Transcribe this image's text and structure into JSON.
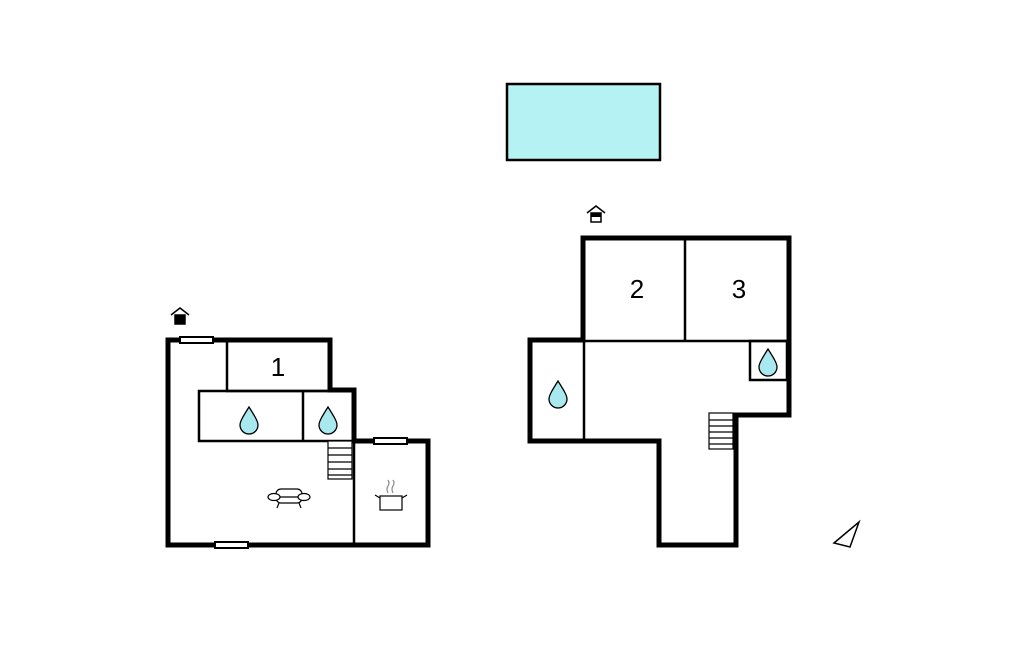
{
  "title": "Floor plan",
  "colors": {
    "pool": "#b4f2f4",
    "water": "#a8e8ef",
    "wall": "#000000"
  },
  "rooms": [
    {
      "label": "1"
    },
    {
      "label": "2"
    },
    {
      "label": "3"
    }
  ],
  "icons": [
    "entrance-icon",
    "water-drop-icon",
    "sofa-icon",
    "cooking-pot-icon",
    "stairs-icon",
    "compass-north-icon"
  ]
}
